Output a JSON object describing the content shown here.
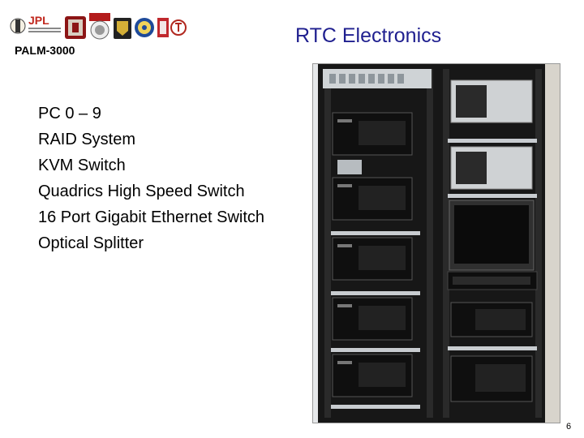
{
  "header": {
    "brand": "PALM-3000",
    "title": "RTC Electronics",
    "logos": [
      "jpl-logo",
      "university-logo",
      "cornell-seal",
      "crest-logo",
      "seal-logo",
      "badge-logo",
      "institution-logo"
    ]
  },
  "body": {
    "bullets": [
      "PC 0 – 9",
      "RAID System",
      "KVM Switch",
      "Quadrics High Speed Switch",
      "16 Port Gigabit Ethernet Switch",
      "Optical Splitter"
    ]
  },
  "footer": {
    "page_number": "6"
  },
  "colors": {
    "title": "#1f1f8f",
    "rack": "#141414"
  }
}
